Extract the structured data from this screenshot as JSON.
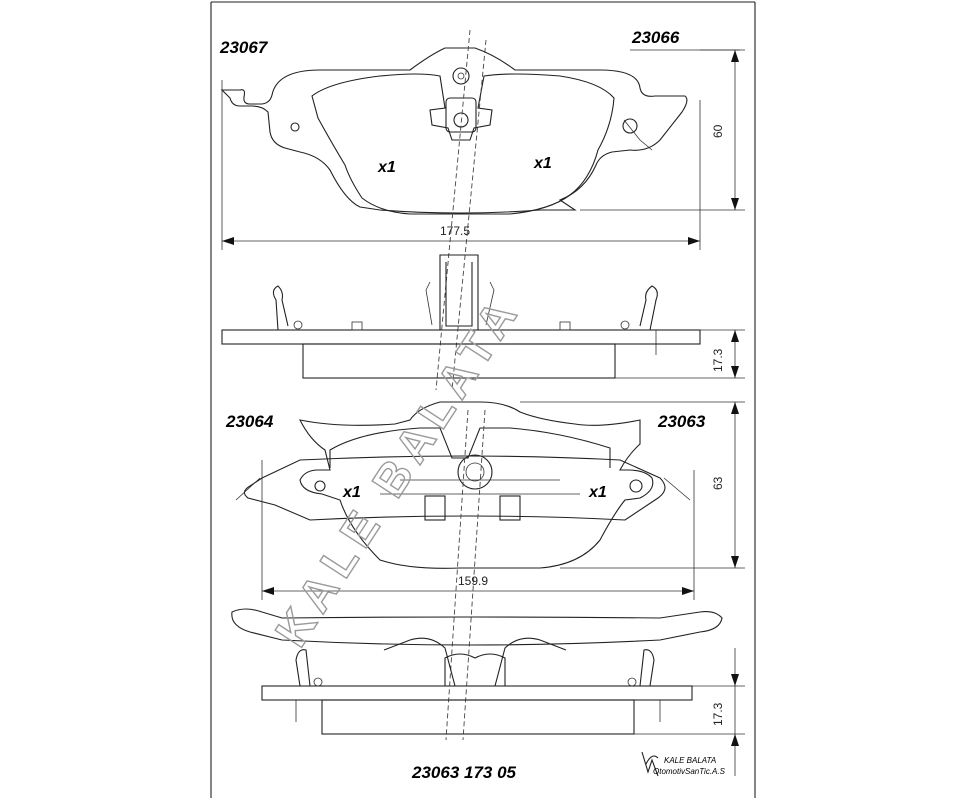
{
  "top_section": {
    "part_left": "23067",
    "part_right": "23066",
    "qty_left": "x1",
    "qty_right": "x1",
    "width_dim": "177.5",
    "height_dim": "60",
    "thickness_dim": "17.3"
  },
  "bottom_section": {
    "part_left": "23064",
    "part_right": "23063",
    "qty_left": "x1",
    "qty_right": "x1",
    "width_dim": "159.9",
    "height_dim": "63",
    "thickness_dim": "17.3"
  },
  "footer": {
    "part_number": "23063 173 05",
    "brand_line1": "KALE  BALATA",
    "brand_line2": "OtomotivSanTic.A.S"
  },
  "watermark": {
    "text": "KALE BALATA"
  }
}
